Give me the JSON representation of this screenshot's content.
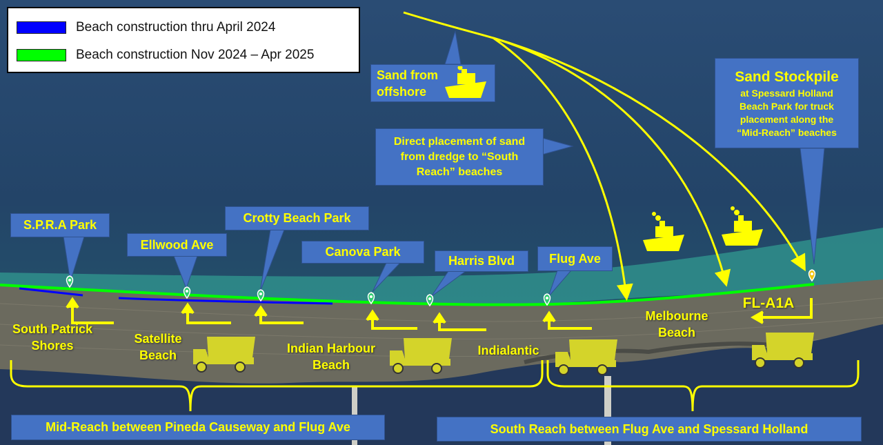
{
  "colors": {
    "ocean": "#24456a",
    "shallow_water": "#2f8a8a",
    "land": "#6e6a5c",
    "lagoon": "#23385a",
    "annotation_yellow": "#ffff00",
    "callout_blue": "#4472c4",
    "construction_thru_apr_2024": "#0000ff",
    "construction_nov_2024_apr_2025": "#00ff00",
    "marker_green": "#2ecc71"
  },
  "legend": {
    "items": [
      {
        "label": "Beach construction thru April 2024",
        "color": "#0000ff"
      },
      {
        "label": "Beach construction Nov 2024 – Apr 2025",
        "color": "#00ff00"
      }
    ]
  },
  "callouts": {
    "sand_offshore": {
      "line1": "Sand from",
      "line2": "offshore",
      "icon": "ship-icon"
    },
    "direct_placement": {
      "line1": "Direct placement of sand",
      "line2": "from dredge to “South",
      "line3": "Reach” beaches"
    },
    "stockpile": {
      "title": "Sand Stockpile",
      "line1": "at Spessard Holland",
      "line2": "Beach Park for truck",
      "line3": "placement along the",
      "line4": "“Mid-Reach” beaches"
    },
    "spra_park": "S.P.R.A Park",
    "ellwood_ave": "Ellwood Ave",
    "crotty_beach_park": "Crotty Beach Park",
    "canova_park": "Canova Park",
    "harris_blvd": "Harris Blvd",
    "flug_ave": "Flug Ave"
  },
  "places": {
    "south_patrick_1": "South Patrick",
    "south_patrick_2": "Shores",
    "satellite_1": "Satellite",
    "satellite_2": "Beach",
    "indian_harbour_1": "Indian Harbour",
    "indian_harbour_2": "Beach",
    "indialantic": "Indialantic",
    "melbourne_1": "Melbourne",
    "melbourne_2": "Beach",
    "fl_a1a": "FL-A1A"
  },
  "reaches": {
    "mid_reach": "Mid-Reach between Pineda Causeway and Flug Ave",
    "south_reach": "South Reach between Flug Ave and Spessard Holland"
  },
  "icons": [
    "ship-icon",
    "dump-truck-icon",
    "map-pin-icon",
    "arrow-icon"
  ]
}
